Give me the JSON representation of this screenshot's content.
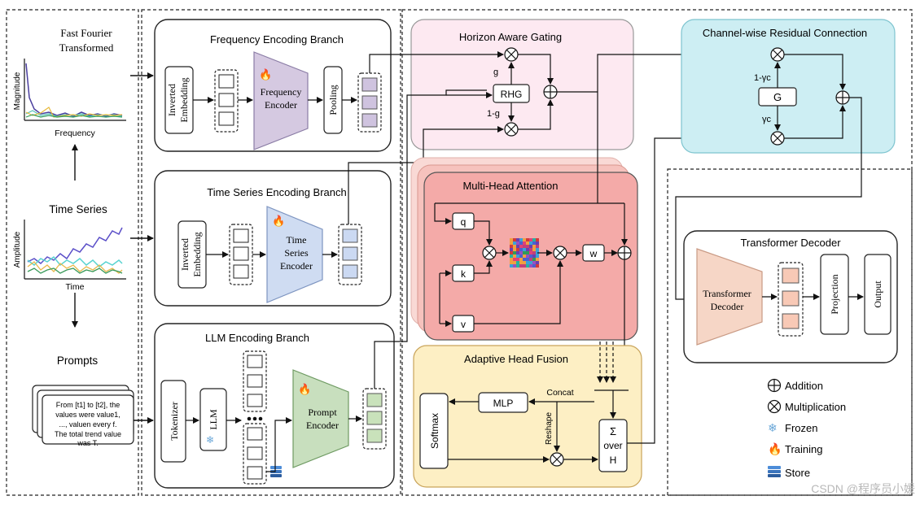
{
  "input": {
    "fft_label": [
      "Fast Fourier",
      "Transformed"
    ],
    "fft_ylabel": "Magnitude",
    "fft_xlabel": "Frequency",
    "ts_label": "Time Series",
    "ts_ylabel": "Amplitude",
    "ts_xlabel": "Time",
    "prompts_label": "Prompts",
    "prompt_lines": [
      "From [t1] to [t2], the",
      "values were value1,",
      "..., valuen every f.",
      "The   total trend value",
      "was T."
    ]
  },
  "freq_branch": {
    "title": "Frequency Encoding Branch",
    "embedding": [
      "Inverted",
      "Embedding"
    ],
    "encoder": [
      "Frequency",
      "Encoder"
    ],
    "pooling": "Pooling"
  },
  "ts_branch": {
    "title": "Time Series Encoding Branch",
    "embedding": [
      "Inverted",
      "Embedding"
    ],
    "encoder": [
      "Time",
      "Series",
      "Encoder"
    ]
  },
  "llm_branch": {
    "title": "LLM Encoding Branch",
    "tokenizer": "Tokenizer",
    "llm": "LLM",
    "encoder": [
      "Prompt",
      "Encoder"
    ]
  },
  "gating": {
    "title": "Horizon Aware Gating",
    "rhg": "RHG",
    "g": "g",
    "one_minus_g": "1-g"
  },
  "mha": {
    "title": "Multi-Head Attention",
    "q": "q",
    "k": "k",
    "v": "v",
    "w": "w"
  },
  "fusion": {
    "title": "Adaptive Head Fusion",
    "mlp": "MLP",
    "softmax": "Softmax",
    "concat": "Concat",
    "reshape": "Reshape",
    "sum": [
      "Σ",
      "over",
      "H"
    ]
  },
  "residual": {
    "title": "Channel-wise Residual Connection",
    "g": "G",
    "one_minus_gamma": "1-γc",
    "gamma": "γc"
  },
  "decoder": {
    "title": "Transformer Decoder",
    "block": [
      "Transformer",
      "Decoder"
    ],
    "projection": "Projection",
    "output": "Output"
  },
  "legend": {
    "addition": "Addition",
    "multiplication": "Multiplication",
    "frozen": "Frozen",
    "training": "Training",
    "store": "Store"
  },
  "watermark": "CSDN @程序员小媛",
  "colors": {
    "gating_bg": "#fde9f1",
    "mha_bg": "#f4aaa8",
    "fusion_bg": "#fdefc4",
    "residual_bg": "#cdeef3",
    "freq_encoder": "#d5c9e1",
    "ts_encoder": "#cfdcf2",
    "prompt_encoder": "#c8dfbe",
    "decoder_block": "#f6d6c6",
    "token_purple": "#cfc3df",
    "token_blue": "#cbd9f2",
    "token_green": "#c9e2bb",
    "token_orange": "#f8c9b6"
  }
}
